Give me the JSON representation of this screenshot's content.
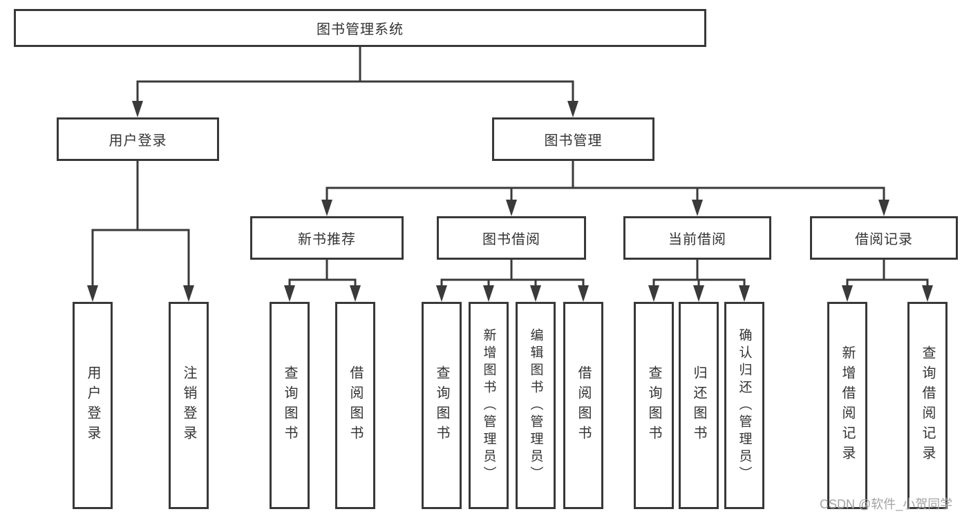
{
  "nodes": {
    "root": {
      "label": "图书管理系统"
    },
    "user_login": {
      "label": "用户登录"
    },
    "book_mgmt": {
      "label": "图书管理"
    },
    "new_book_rec": {
      "label": "新书推荐"
    },
    "book_borrow": {
      "label": "图书借阅"
    },
    "current_borrow": {
      "label": "当前借阅"
    },
    "borrow_records": {
      "label": "借阅记录"
    },
    "leaf_user_login": {
      "label": "用户登录"
    },
    "leaf_logout": {
      "label": "注销登录"
    },
    "leaf_query_book_1": {
      "label": "查询图书"
    },
    "leaf_borrow_book_1": {
      "label": "借阅图书"
    },
    "leaf_query_book_2": {
      "label": "查询图书"
    },
    "leaf_add_book": {
      "label": "新增图书（管理员）"
    },
    "leaf_edit_book": {
      "label": "编辑图书（管理员）"
    },
    "leaf_borrow_book_2": {
      "label": "借阅图书"
    },
    "leaf_query_book_3": {
      "label": "查询图书"
    },
    "leaf_return_book": {
      "label": "归还图书"
    },
    "leaf_confirm_return": {
      "label": "确认归还（管理员）"
    },
    "leaf_add_record": {
      "label": "新增借阅记录"
    },
    "leaf_query_record": {
      "label": "查询借阅记录"
    }
  },
  "edges": [
    [
      "root",
      "user_login"
    ],
    [
      "root",
      "book_mgmt"
    ],
    [
      "user_login",
      "leaf_user_login"
    ],
    [
      "user_login",
      "leaf_logout"
    ],
    [
      "book_mgmt",
      "new_book_rec"
    ],
    [
      "book_mgmt",
      "book_borrow"
    ],
    [
      "book_mgmt",
      "current_borrow"
    ],
    [
      "book_mgmt",
      "borrow_records"
    ],
    [
      "new_book_rec",
      "leaf_query_book_1"
    ],
    [
      "new_book_rec",
      "leaf_borrow_book_1"
    ],
    [
      "book_borrow",
      "leaf_query_book_2"
    ],
    [
      "book_borrow",
      "leaf_add_book"
    ],
    [
      "book_borrow",
      "leaf_edit_book"
    ],
    [
      "book_borrow",
      "leaf_borrow_book_2"
    ],
    [
      "current_borrow",
      "leaf_query_book_3"
    ],
    [
      "current_borrow",
      "leaf_return_book"
    ],
    [
      "current_borrow",
      "leaf_confirm_return"
    ],
    [
      "borrow_records",
      "leaf_add_record"
    ],
    [
      "borrow_records",
      "leaf_query_record"
    ]
  ],
  "watermark": {
    "text": "CSDN @软件_小贺同学"
  },
  "colors": {
    "line": "#3a3a3a",
    "box_border": "#383838",
    "box_bg": "#ffffff",
    "text": "#333333",
    "watermark": "#a3a3a3"
  }
}
